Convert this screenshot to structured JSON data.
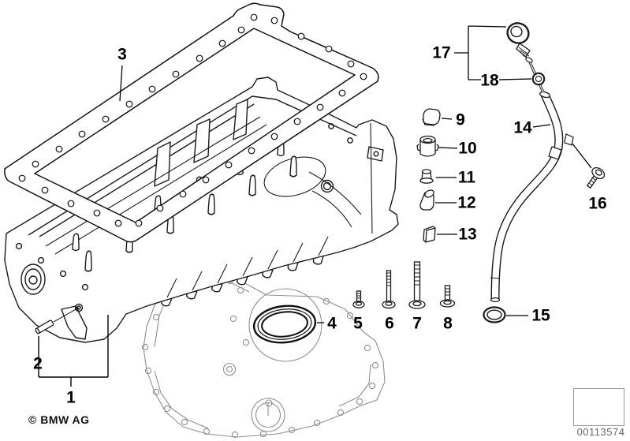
{
  "page": {
    "background": "#ffffff"
  },
  "colors": {
    "line": "#1a1a1a",
    "light_line": "#8f8f8f",
    "label": "#000000",
    "stamp_text": "#666666",
    "stamp_border": "#9a9a9a"
  },
  "diagram": {
    "callouts": {
      "c1": "1",
      "c2": "2",
      "c3": "3",
      "c4": "4",
      "c5": "5",
      "c6": "6",
      "c7": "7",
      "c8": "8",
      "c9": "9",
      "c10": "10",
      "c11": "11",
      "c12": "12",
      "c13": "13",
      "c14": "14",
      "c15": "15",
      "c16": "16",
      "c17": "17",
      "c18": "18"
    }
  },
  "footer": {
    "copyright": "© BMW AG"
  },
  "stamp": {
    "image_number": "00113574",
    "icon": "arrow-down-left"
  }
}
